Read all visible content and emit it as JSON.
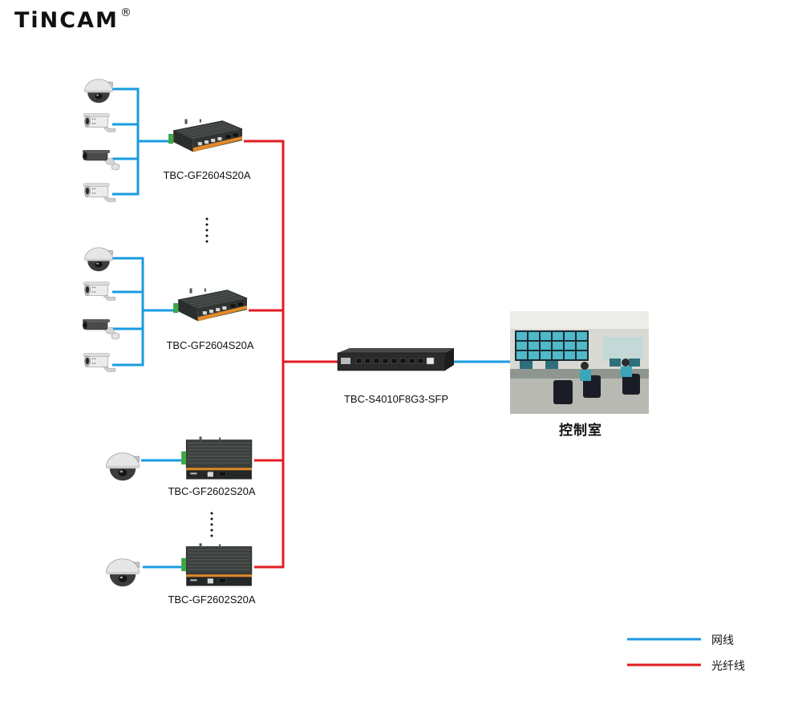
{
  "brand": {
    "name": "TiNCAM",
    "mark": "®"
  },
  "switches": {
    "group1": "TBC-GF2604S20A",
    "group2": "TBC-GF2604S20A",
    "group3": "TBC-GF2602S20A",
    "group4": "TBC-GF2602S20A",
    "core": "TBC-S4010F8G3-SFP"
  },
  "control_room": {
    "label": "控制室"
  },
  "legend": {
    "ethernet": {
      "label": "网线",
      "color": "#1a9be0"
    },
    "fiber": {
      "label": "光纤线",
      "color": "#e31b23"
    }
  },
  "icons": [
    "ptz-dome-camera-icon",
    "bullet-camera-icon",
    "industrial-switch-icon",
    "rack-switch-icon",
    "control-room-photo"
  ]
}
